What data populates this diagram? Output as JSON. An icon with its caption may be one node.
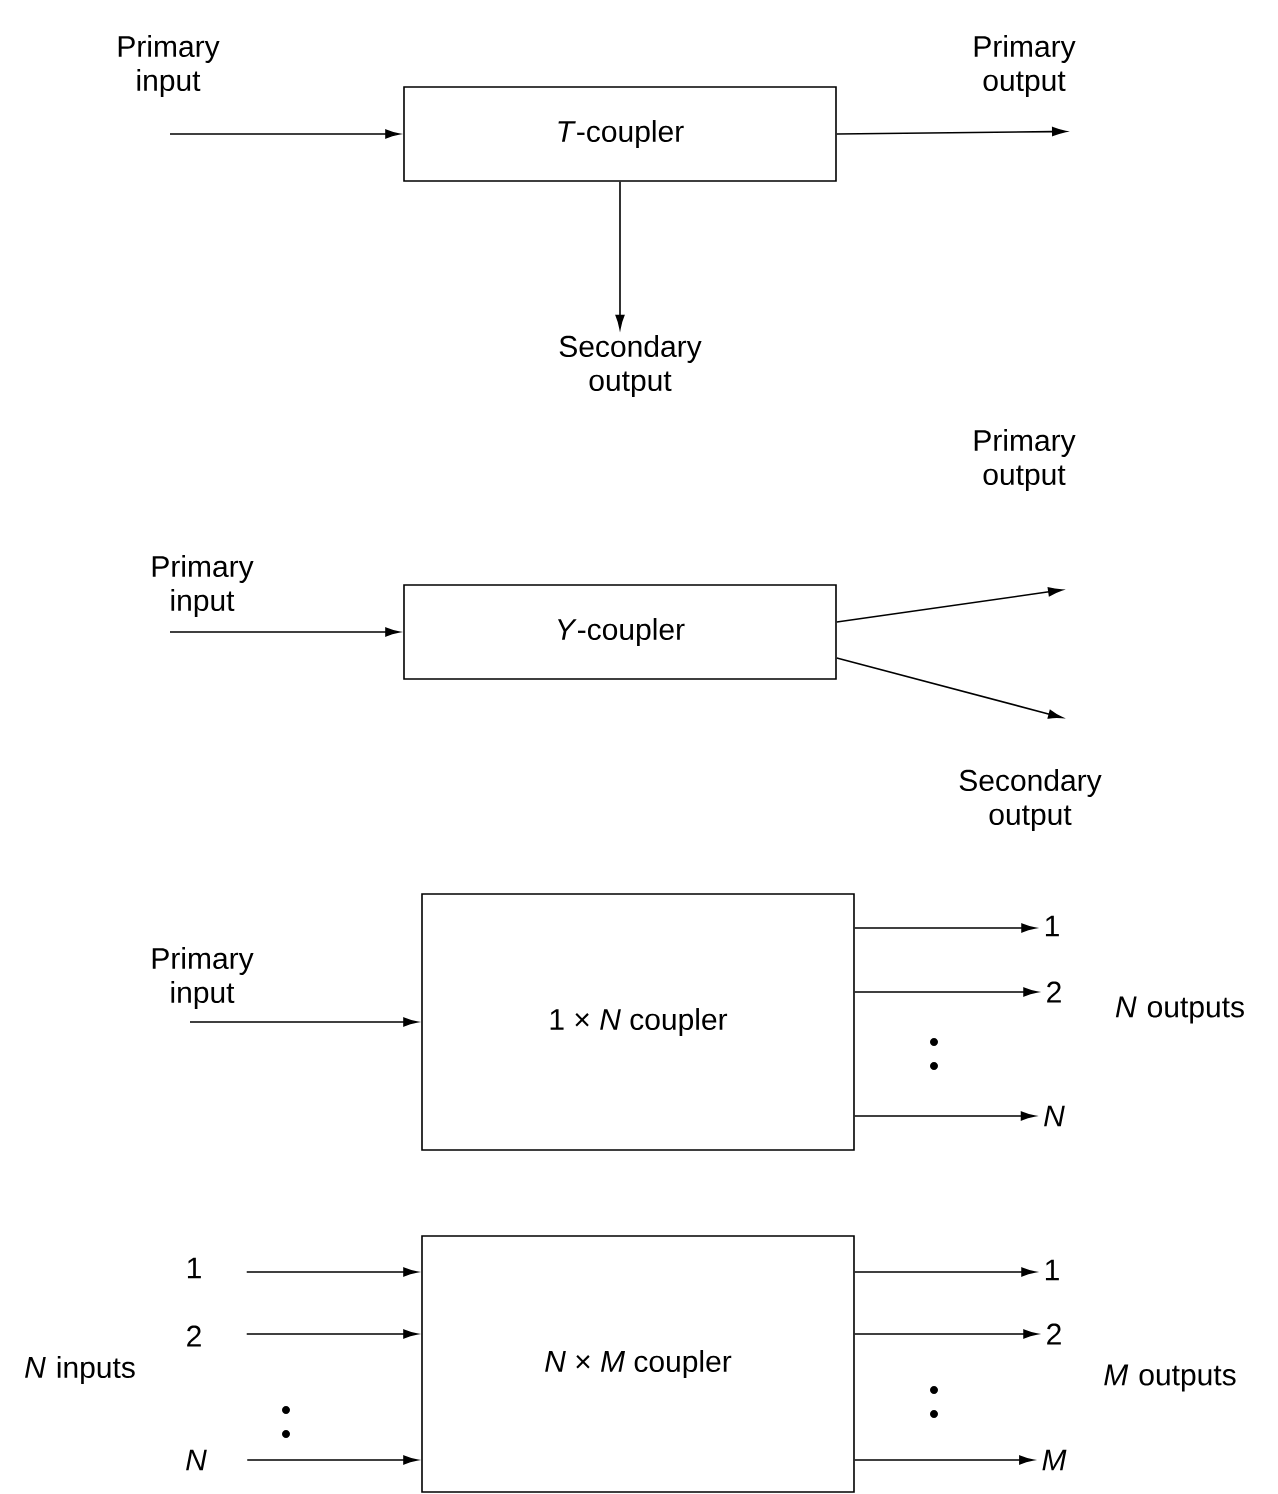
{
  "diagram": {
    "nodes": [
      {
        "text": [
          "*T*-coupler"
        ]
      },
      {
        "text": [
          "Primary input"
        ]
      },
      {
        "text": [
          "Primary output"
        ]
      },
      {
        "text": [
          "Secondary output"
        ]
      },
      {
        "text": [
          "*Y*-coupler"
        ]
      },
      {
        "text": [
          "Primary input"
        ]
      },
      {
        "text": [
          "Primary output"
        ]
      },
      {
        "text": [
          "Secondary output"
        ]
      },
      {
        "text": [
          "1 × *N* coupler"
        ]
      },
      {
        "text": [
          "Primary input"
        ]
      },
      {
        "text": [
          "1"
        ]
      },
      {
        "text": [
          "2"
        ]
      },
      {
        "text": [
          "*N*"
        ]
      },
      {
        "text": [
          "*N* × *M* coupler"
        ]
      },
      {
        "text": [
          "1"
        ]
      },
      {
        "text": [
          "2"
        ]
      },
      {
        "text": [
          "*N*"
        ]
      },
      {
        "text": [
          "1"
        ]
      },
      {
        "text": [
          "2"
        ]
      },
      {
        "text": [
          "*M*"
        ]
      }
    ],
    "edges": [
      {
        "from": 1,
        "to": 0,
        "arrow": "to"
      },
      {
        "from": 0,
        "to": 2,
        "arrow": "to"
      },
      {
        "from": 0,
        "to": 3,
        "arrow": "to"
      },
      {
        "from": 5,
        "to": 4,
        "arrow": "to"
      },
      {
        "from": 4,
        "to": 6,
        "arrow": "to"
      },
      {
        "from": 4,
        "to": 7,
        "arrow": "to"
      },
      {
        "from": 9,
        "to": 8,
        "arrow": "to"
      },
      {
        "from": 8,
        "to": 10,
        "arrow": "to"
      },
      {
        "from": 8,
        "to": 11,
        "arrow": "to"
      },
      {
        "from": 8,
        "to": 12,
        "arrow": "to"
      },
      {
        "from": 14,
        "to": 13,
        "arrow": "to"
      },
      {
        "from": 15,
        "to": 13,
        "arrow": "to"
      },
      {
        "from": 16,
        "to": 13,
        "arrow": "to"
      },
      {
        "from": 13,
        "to": 17,
        "arrow": "to"
      },
      {
        "from": 13,
        "to": 18,
        "arrow": "to"
      },
      {
        "from": 13,
        "to": 19,
        "arrow": "to"
      }
    ],
    "labels": [
      "*N* outputs",
      "*N* inputs",
      "*M* outputs"
    ]
  }
}
